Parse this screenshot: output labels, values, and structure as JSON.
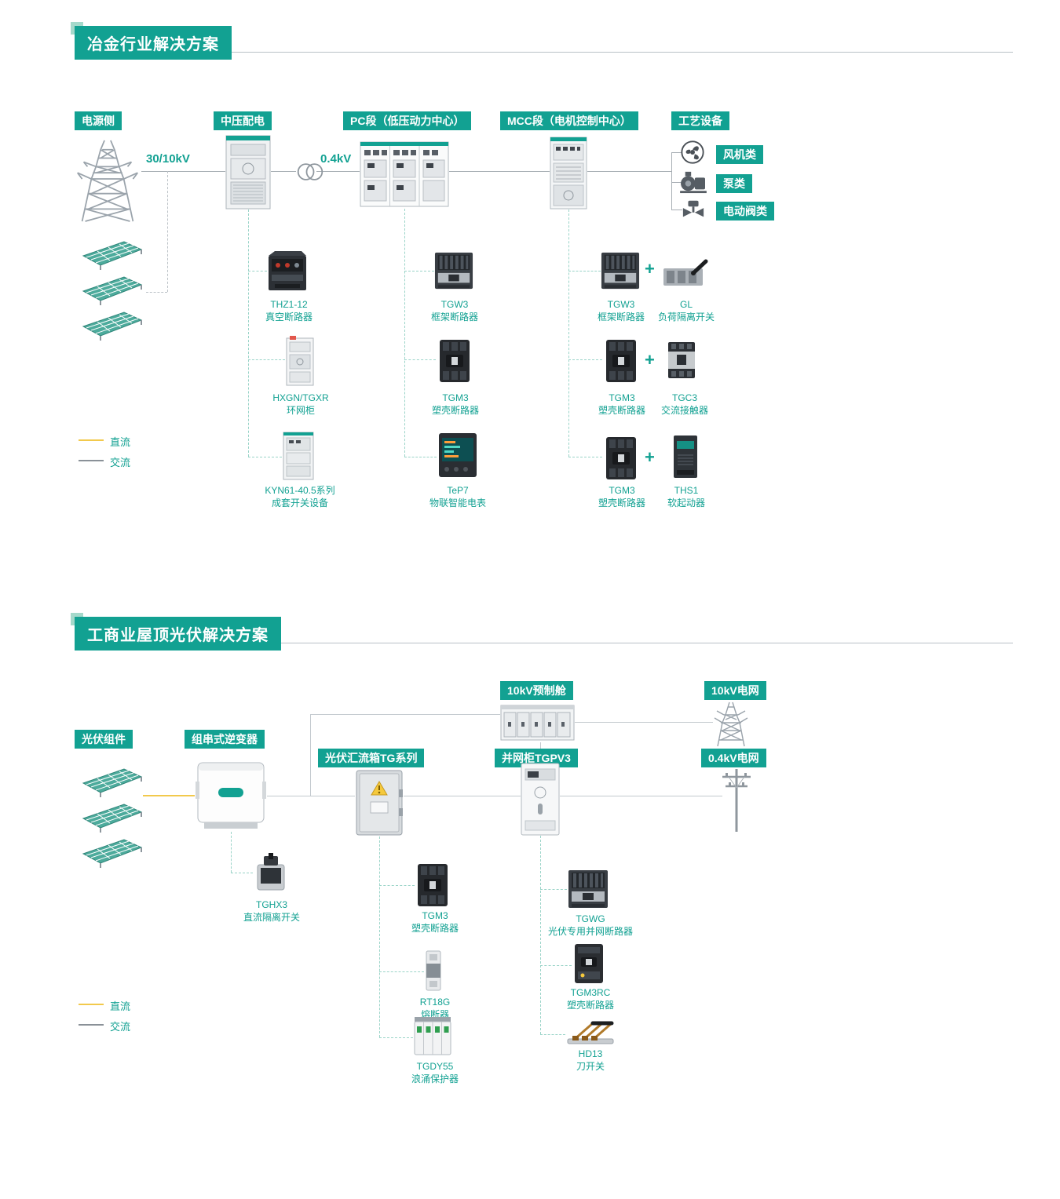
{
  "colors": {
    "accent": "#12A192",
    "dc_line": "#F2C94C",
    "ac_line": "#8A9198"
  },
  "s1": {
    "title": "冶金行业解决方案",
    "cols": {
      "power": "电源侧",
      "mv": "中压配电",
      "pc": "PC段（低压动力中心）",
      "mcc": "MCC段（电机控制中心）",
      "process": "工艺设备"
    },
    "voltages": {
      "mv": "30/10kV",
      "lv": "0.4kV"
    },
    "process_items": [
      {
        "label": "风机类"
      },
      {
        "label": "泵类"
      },
      {
        "label": "电动阀类"
      }
    ],
    "mv_products": [
      {
        "name": "THZ1-12",
        "desc": "真空断路器"
      },
      {
        "name": "HXGN/TGXR",
        "desc": "环网柜"
      },
      {
        "name": "KYN61-40.5系列",
        "desc": "成套开关设备"
      }
    ],
    "pc_products": [
      {
        "name": "TGW3",
        "desc": "框架断路器"
      },
      {
        "name": "TGM3",
        "desc": "塑壳断路器"
      },
      {
        "name": "TeP7",
        "desc": "物联智能电表"
      }
    ],
    "mcc_products": [
      {
        "a_name": "TGW3",
        "a_desc": "框架断路器",
        "plus": "+",
        "b_name": "GL",
        "b_desc": "负荷隔离开关"
      },
      {
        "a_name": "TGM3",
        "a_desc": "塑壳断路器",
        "plus": "+",
        "b_name": "TGC3",
        "b_desc": "交流接触器"
      },
      {
        "a_name": "TGM3",
        "a_desc": "塑壳断路器",
        "plus": "+",
        "b_name": "THS1",
        "b_desc": "软起动器"
      }
    ],
    "legend": {
      "dc": "直流",
      "ac": "交流"
    }
  },
  "s2": {
    "title": "工商业屋顶光伏解决方案",
    "cols": {
      "pv": "光伏组件",
      "inverter": "组串式逆变器",
      "combiner": "光伏汇流箱TG系列",
      "grid_cabinet": "并网柜TGPV3",
      "cabin": "10kV预制舱",
      "grid10": "10kV电网",
      "grid04": "0.4kV电网"
    },
    "inverter_products": [
      {
        "name": "TGHX3",
        "desc": "直流隔离开关"
      }
    ],
    "combiner_products": [
      {
        "name": "TGM3",
        "desc": "塑壳断路器"
      },
      {
        "name": "RT18G",
        "desc": "熔断器"
      },
      {
        "name": "TGDY55",
        "desc": "浪涌保护器"
      }
    ],
    "grid_products": [
      {
        "name": "TGWG",
        "desc": "光伏专用并网断路器"
      },
      {
        "name": "TGM3RC",
        "desc": "塑壳断路器"
      },
      {
        "name": "HD13",
        "desc": "刀开关"
      }
    ],
    "legend": {
      "dc": "直流",
      "ac": "交流"
    }
  }
}
